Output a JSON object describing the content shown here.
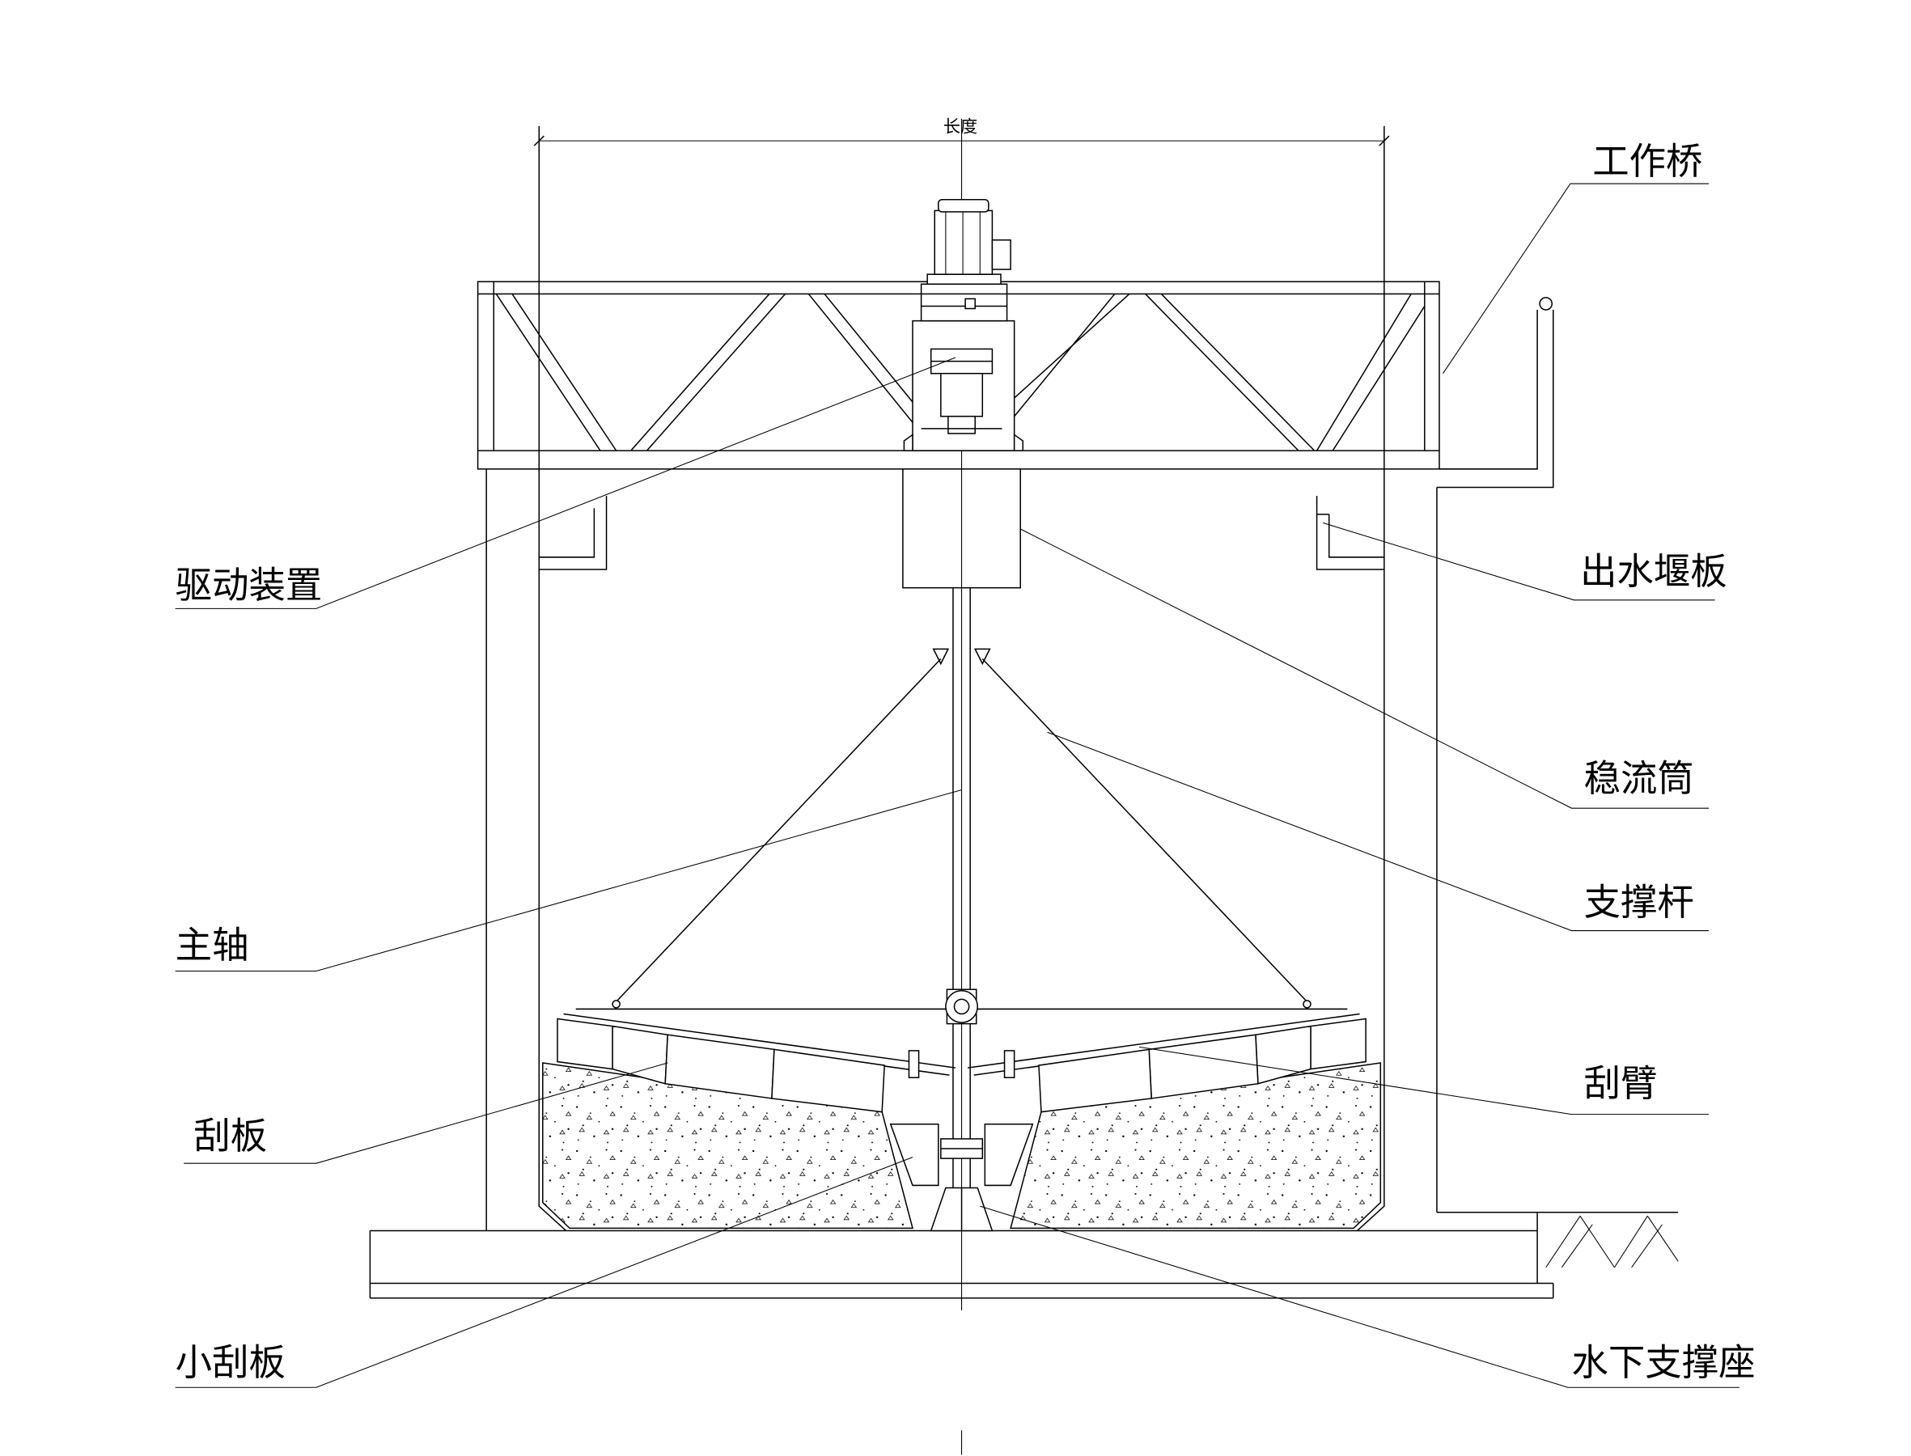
{
  "labels": {
    "dimension": "长度",
    "work_bridge": "工作桥",
    "drive_device": "驱动装置",
    "weir_plate": "出水堰板",
    "stilling_well": "稳流筒",
    "support_rod": "支撑杆",
    "main_shaft": "主轴",
    "scraper_arm": "刮臂",
    "scraper_blade": "刮板",
    "small_scraper": "小刮板",
    "underwater_support": "水下支撑座"
  },
  "colors": {
    "line": "#000000",
    "background": "#ffffff"
  }
}
